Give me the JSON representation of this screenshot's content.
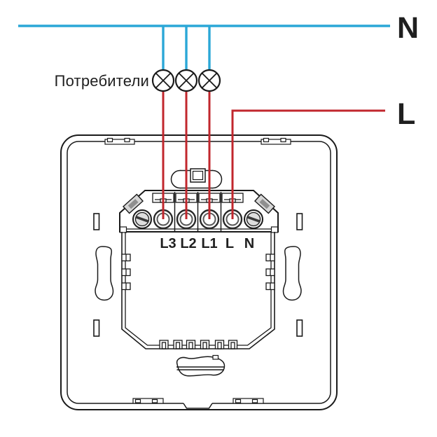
{
  "diagram": {
    "labels": {
      "neutral": "N",
      "live": "L",
      "consumers": "Потребители"
    },
    "terminals": [
      "L3",
      "L2",
      "L1",
      "L",
      "N"
    ],
    "lamp_count": 3,
    "colors": {
      "neutral_wire": "#2BA7D7",
      "live_wire": "#C1272D",
      "outline": "#1A1A1A"
    }
  }
}
